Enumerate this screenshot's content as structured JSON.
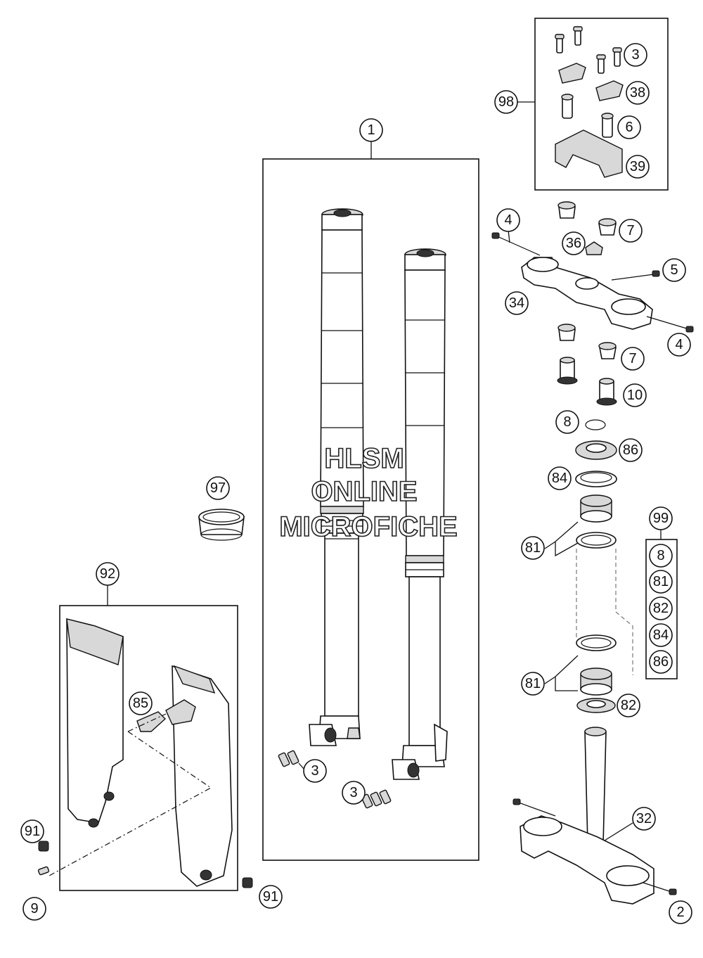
{
  "watermark": {
    "line1": "HLSM",
    "line2": "ONLINE",
    "line3": "MICROFICHE"
  },
  "callouts": [
    {
      "id": "c-1",
      "label": "1"
    },
    {
      "id": "c-3-top",
      "label": "3"
    },
    {
      "id": "c-38",
      "label": "38"
    },
    {
      "id": "c-98",
      "label": "98"
    },
    {
      "id": "c-6",
      "label": "6"
    },
    {
      "id": "c-39",
      "label": "39"
    },
    {
      "id": "c-4-top",
      "label": "4"
    },
    {
      "id": "c-7-top",
      "label": "7"
    },
    {
      "id": "c-36",
      "label": "36"
    },
    {
      "id": "c-5",
      "label": "5"
    },
    {
      "id": "c-34",
      "label": "34"
    },
    {
      "id": "c-4-bot",
      "label": "4"
    },
    {
      "id": "c-7-bot",
      "label": "7"
    },
    {
      "id": "c-10",
      "label": "10"
    },
    {
      "id": "c-8",
      "label": "8"
    },
    {
      "id": "c-86",
      "label": "86"
    },
    {
      "id": "c-84",
      "label": "84"
    },
    {
      "id": "c-99",
      "label": "99"
    },
    {
      "id": "c-81-top",
      "label": "81"
    },
    {
      "id": "c-kit-8",
      "label": "8"
    },
    {
      "id": "c-kit-81",
      "label": "81"
    },
    {
      "id": "c-kit-82",
      "label": "82"
    },
    {
      "id": "c-kit-84",
      "label": "84"
    },
    {
      "id": "c-kit-86",
      "label": "86"
    },
    {
      "id": "c-81-bot",
      "label": "81"
    },
    {
      "id": "c-82",
      "label": "82"
    },
    {
      "id": "c-97",
      "label": "97"
    },
    {
      "id": "c-92",
      "label": "92"
    },
    {
      "id": "c-85",
      "label": "85"
    },
    {
      "id": "c-3-mid",
      "label": "3"
    },
    {
      "id": "c-3-low",
      "label": "3"
    },
    {
      "id": "c-32",
      "label": "32"
    },
    {
      "id": "c-91-left",
      "label": "91"
    },
    {
      "id": "c-91-right",
      "label": "91"
    },
    {
      "id": "c-9",
      "label": "9"
    },
    {
      "id": "c-2",
      "label": "2"
    }
  ]
}
